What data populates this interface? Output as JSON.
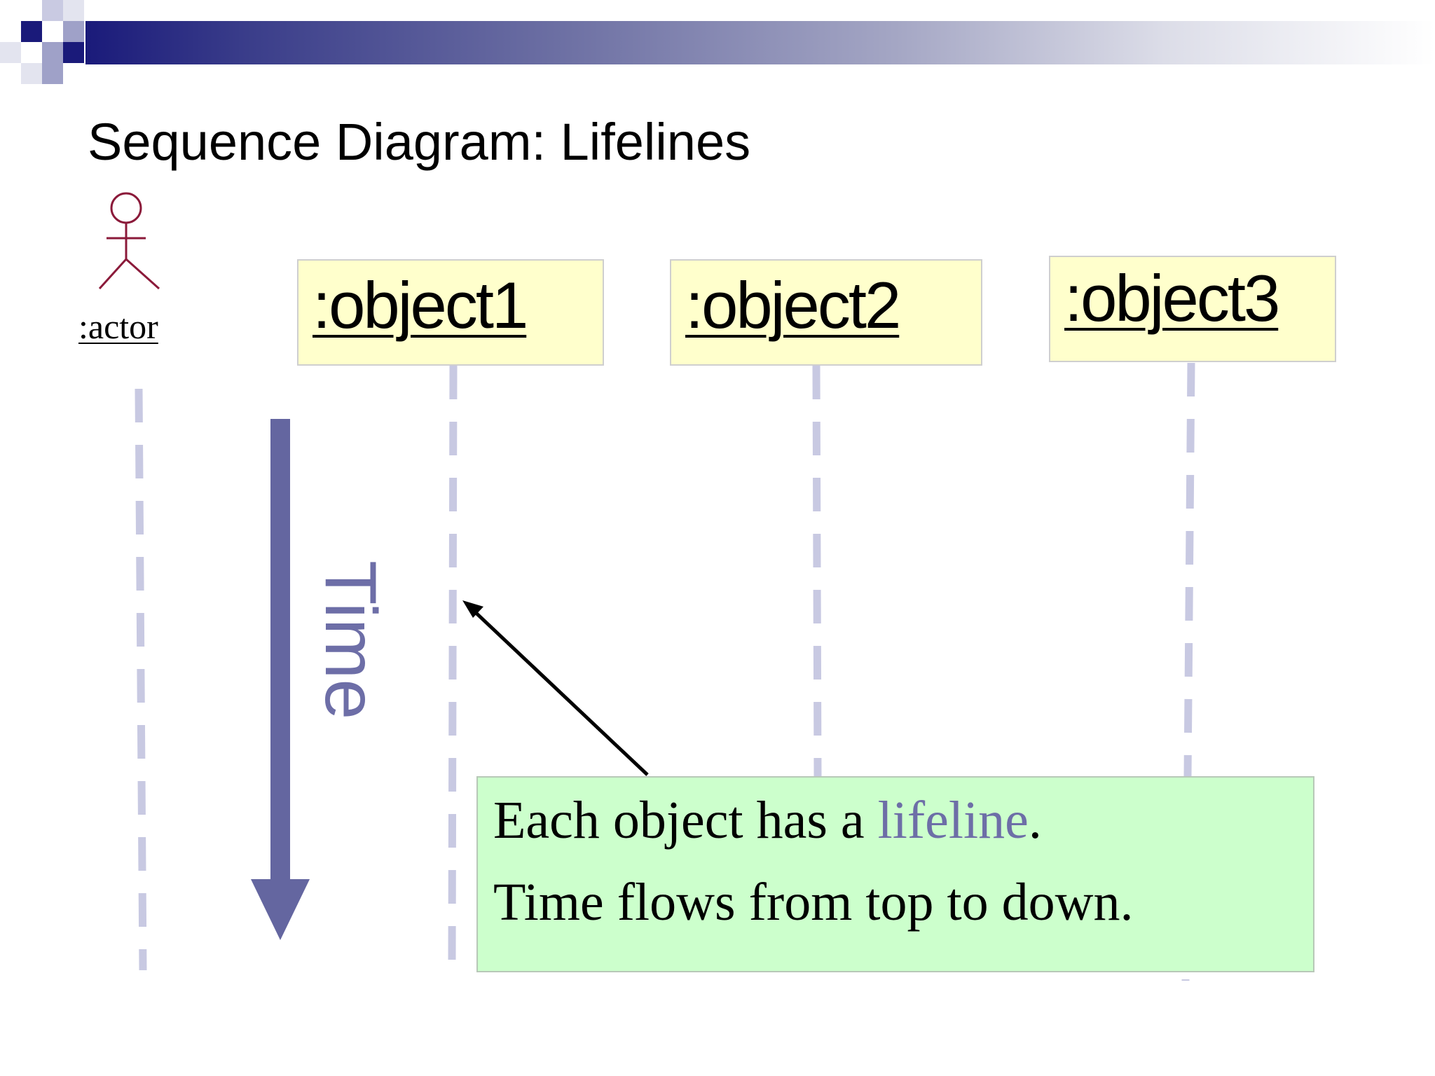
{
  "slide": {
    "title": "Sequence Diagram: Lifelines"
  },
  "actor": {
    "label": ":actor",
    "icon": "stick-figure-icon"
  },
  "objects": [
    {
      "label": ":object1"
    },
    {
      "label": ":object2"
    },
    {
      "label": ":object3"
    }
  ],
  "time_axis": {
    "label": "Time"
  },
  "note": {
    "line1_prefix": "Each object has a ",
    "line1_keyword": "lifeline",
    "line1_suffix": ".",
    "line2": "Time flows from top to down."
  },
  "colors": {
    "object_box_fill": "#ffffcc",
    "note_fill": "#ccffcc",
    "lifeline": "#c8c9e2",
    "time_arrow": "#6466a0",
    "actor_stroke": "#8b1a3a",
    "keyword": "#6d6ea7"
  }
}
